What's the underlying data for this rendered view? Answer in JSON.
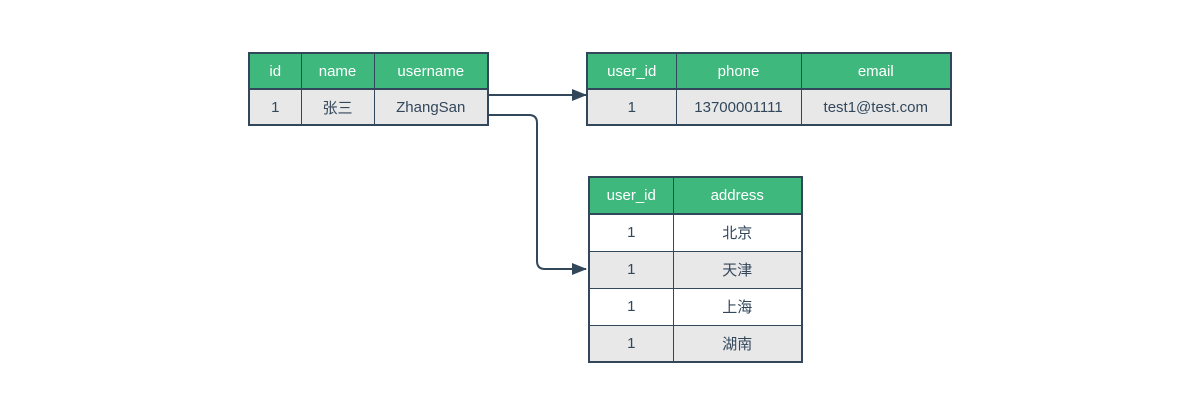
{
  "colors": {
    "header_green": "#3eb87d",
    "border_dark": "#33475b",
    "row_gray": "#e8e8e8",
    "row_white": "#ffffff",
    "header_text": "#ffffff",
    "arrow": "#33475b",
    "canvas_bg": "#ffffff"
  },
  "tables": {
    "users": {
      "headers": [
        "id",
        "name",
        "username"
      ],
      "rows": [
        [
          "1",
          "张三",
          "ZhangSan"
        ]
      ]
    },
    "contacts": {
      "headers": [
        "user_id",
        "phone",
        "email"
      ],
      "rows": [
        [
          "1",
          "13700001111",
          "test1@test.com"
        ]
      ]
    },
    "addresses": {
      "headers": [
        "user_id",
        "address"
      ],
      "rows": [
        [
          "1",
          "北京"
        ],
        [
          "1",
          "天津"
        ],
        [
          "1",
          "上海"
        ],
        [
          "1",
          "湖南"
        ]
      ]
    }
  },
  "relations": [
    {
      "name": "users-to-contacts"
    },
    {
      "name": "users-to-addresses"
    }
  ]
}
